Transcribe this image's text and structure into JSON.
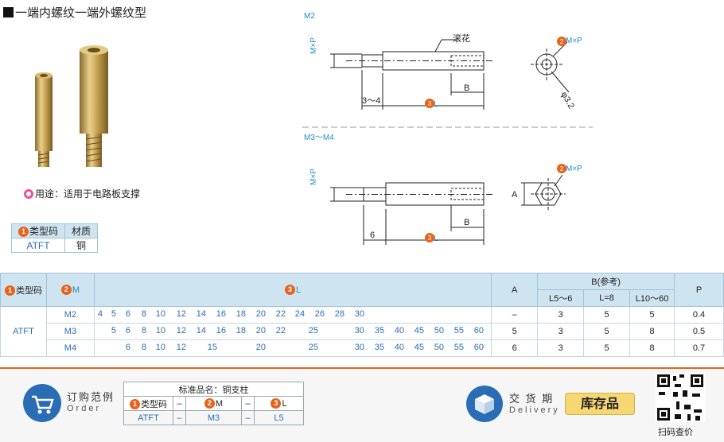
{
  "title": "一端内螺纹一端外螺纹型",
  "usage": "用途：适用于电路板支撑",
  "drawing": {
    "m2_label": "M2",
    "m34_label": "M3～M4",
    "mxp": "M×P",
    "knurl": "滚花",
    "dim_b": "B",
    "dim_l": "L",
    "dim_34": "3～4",
    "dim_6": "6",
    "dim_a": "A",
    "phi": "φ3.2",
    "badge1": "1",
    "badge2": "2",
    "badge3": "3"
  },
  "material_table": {
    "headers": [
      "类型码",
      "材质"
    ],
    "row": [
      "ATFT",
      "铜"
    ]
  },
  "spec_table": {
    "h_type": "类型码",
    "h_m": "M",
    "h_l": "L",
    "h_a": "A",
    "h_b": "B(参考)",
    "h_b1": "L5～6",
    "h_b2": "L=8",
    "h_b3": "L10～60",
    "h_p": "P",
    "type_code": "ATFT",
    "rows": [
      {
        "m": "M2",
        "l": [
          "4",
          "5",
          "6",
          "8",
          "10",
          "12",
          "14",
          "16",
          "18",
          "20",
          "22",
          "24",
          "26",
          "28",
          "30"
        ],
        "a": "–",
        "b1": "3",
        "b2": "5",
        "b3": "5",
        "p": "0.4"
      },
      {
        "m": "M3",
        "l": [
          "5",
          "6",
          "8",
          "10",
          "12",
          "14",
          "16",
          "18",
          "20",
          "22",
          "25",
          "30",
          "35",
          "40",
          "45",
          "50",
          "55",
          "60"
        ],
        "a": "5",
        "b1": "3",
        "b2": "5",
        "b3": "8",
        "p": "0.5"
      },
      {
        "m": "M4",
        "l": [
          "6",
          "8",
          "10",
          "12",
          "15",
          "20",
          "25",
          "30",
          "35",
          "40",
          "45",
          "50",
          "55",
          "60"
        ],
        "a": "6",
        "b1": "3",
        "b2": "5",
        "b3": "8",
        "p": "0.7"
      }
    ]
  },
  "order": {
    "label_cn": "订购范例",
    "label_en": "Order",
    "std_name": "标准品名：铜支柱",
    "headers": [
      "类型码",
      "–",
      "M",
      "–",
      "L"
    ],
    "values": [
      "ATFT",
      "–",
      "M3",
      "–",
      "L5"
    ]
  },
  "delivery": {
    "label_cn": "交 货 期",
    "label_en": "Delivery",
    "stock": "库存品",
    "qr_caption": "扫码查价"
  },
  "colors": {
    "accent": "#e8621a",
    "header_bg": "#cfe4f1",
    "dim_blue": "#1f8ec4"
  }
}
